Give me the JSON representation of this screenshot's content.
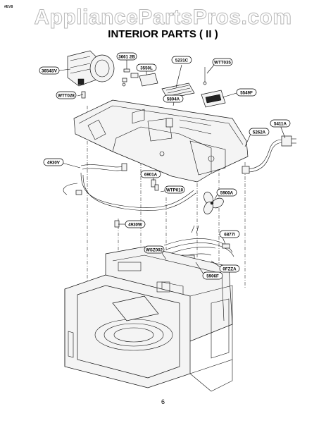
{
  "header": {
    "corner_code": "#EV8",
    "watermark": "AppliancePartsPros.com",
    "title": "INTERIOR PARTS ( II )"
  },
  "callouts": [
    {
      "label": "3654SV"
    },
    {
      "label": "3661 2B"
    },
    {
      "label": "5231C"
    },
    {
      "label": "WTT035"
    },
    {
      "label": "3550L"
    },
    {
      "label": "5549F"
    },
    {
      "label": "WTT028"
    },
    {
      "label": "5804A"
    },
    {
      "label": "5411A"
    },
    {
      "label": "5262A"
    },
    {
      "label": "4930V"
    },
    {
      "label": "6901A"
    },
    {
      "label": "WTP010"
    },
    {
      "label": "5900A"
    },
    {
      "label": "4930W"
    },
    {
      "label": "6877I"
    },
    {
      "label": "WSZ002"
    },
    {
      "label": "0FZZA"
    },
    {
      "label": "5906F"
    }
  ],
  "footer": {
    "page_number": "6"
  }
}
